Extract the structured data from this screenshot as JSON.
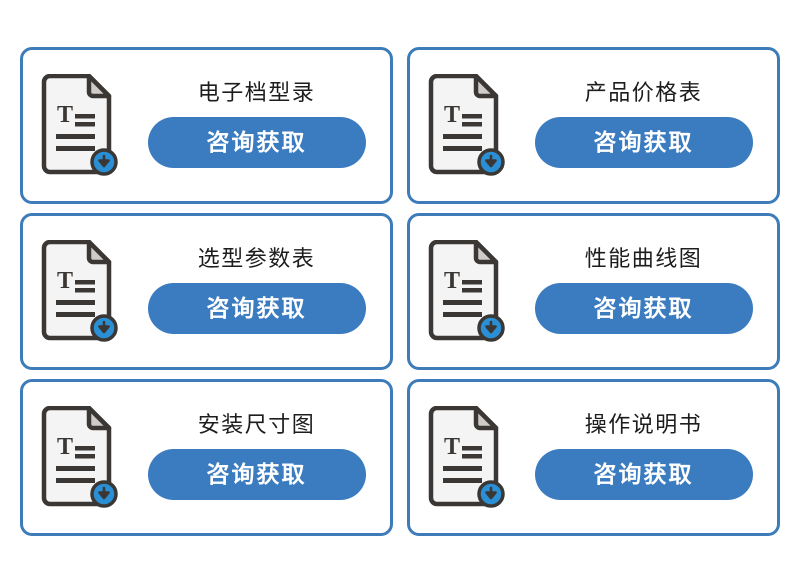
{
  "page": {
    "background_color": "#ffffff",
    "layout": "2-column by 3-row card grid"
  },
  "theme": {
    "card_border_color": "#3d7cb8",
    "button_background_color": "#3b7cc0",
    "button_text_color": "#ffffff",
    "title_text_color": "#1d1d1d",
    "icon_outline_color": "#3a3734",
    "icon_page_color": "#f4f4f4",
    "icon_fold_color": "#cfcbc9",
    "icon_badge_color": "#2a8fd4",
    "icon_badge_arrow_color": "#3a3734"
  },
  "icons": {
    "document": "document-download-icon",
    "badge": "download-badge-icon"
  },
  "cards": [
    {
      "id": "card-electronic-catalog",
      "title": "电子档型录",
      "button_label": "咨询获取",
      "icon_name": "document-download-icon"
    },
    {
      "id": "card-product-price-list",
      "title": "产品价格表",
      "button_label": "咨询获取",
      "icon_name": "document-download-icon"
    },
    {
      "id": "card-selection-parameter-table",
      "title": "选型参数表",
      "button_label": "咨询获取",
      "icon_name": "document-download-icon"
    },
    {
      "id": "card-performance-curve-chart",
      "title": "性能曲线图",
      "button_label": "咨询获取",
      "icon_name": "document-download-icon"
    },
    {
      "id": "card-installation-dimension-drawing",
      "title": "安装尺寸图",
      "button_label": "咨询获取",
      "icon_name": "document-download-icon"
    },
    {
      "id": "card-operation-manual",
      "title": "操作说明书",
      "button_label": "咨询获取",
      "icon_name": "document-download-icon"
    }
  ]
}
